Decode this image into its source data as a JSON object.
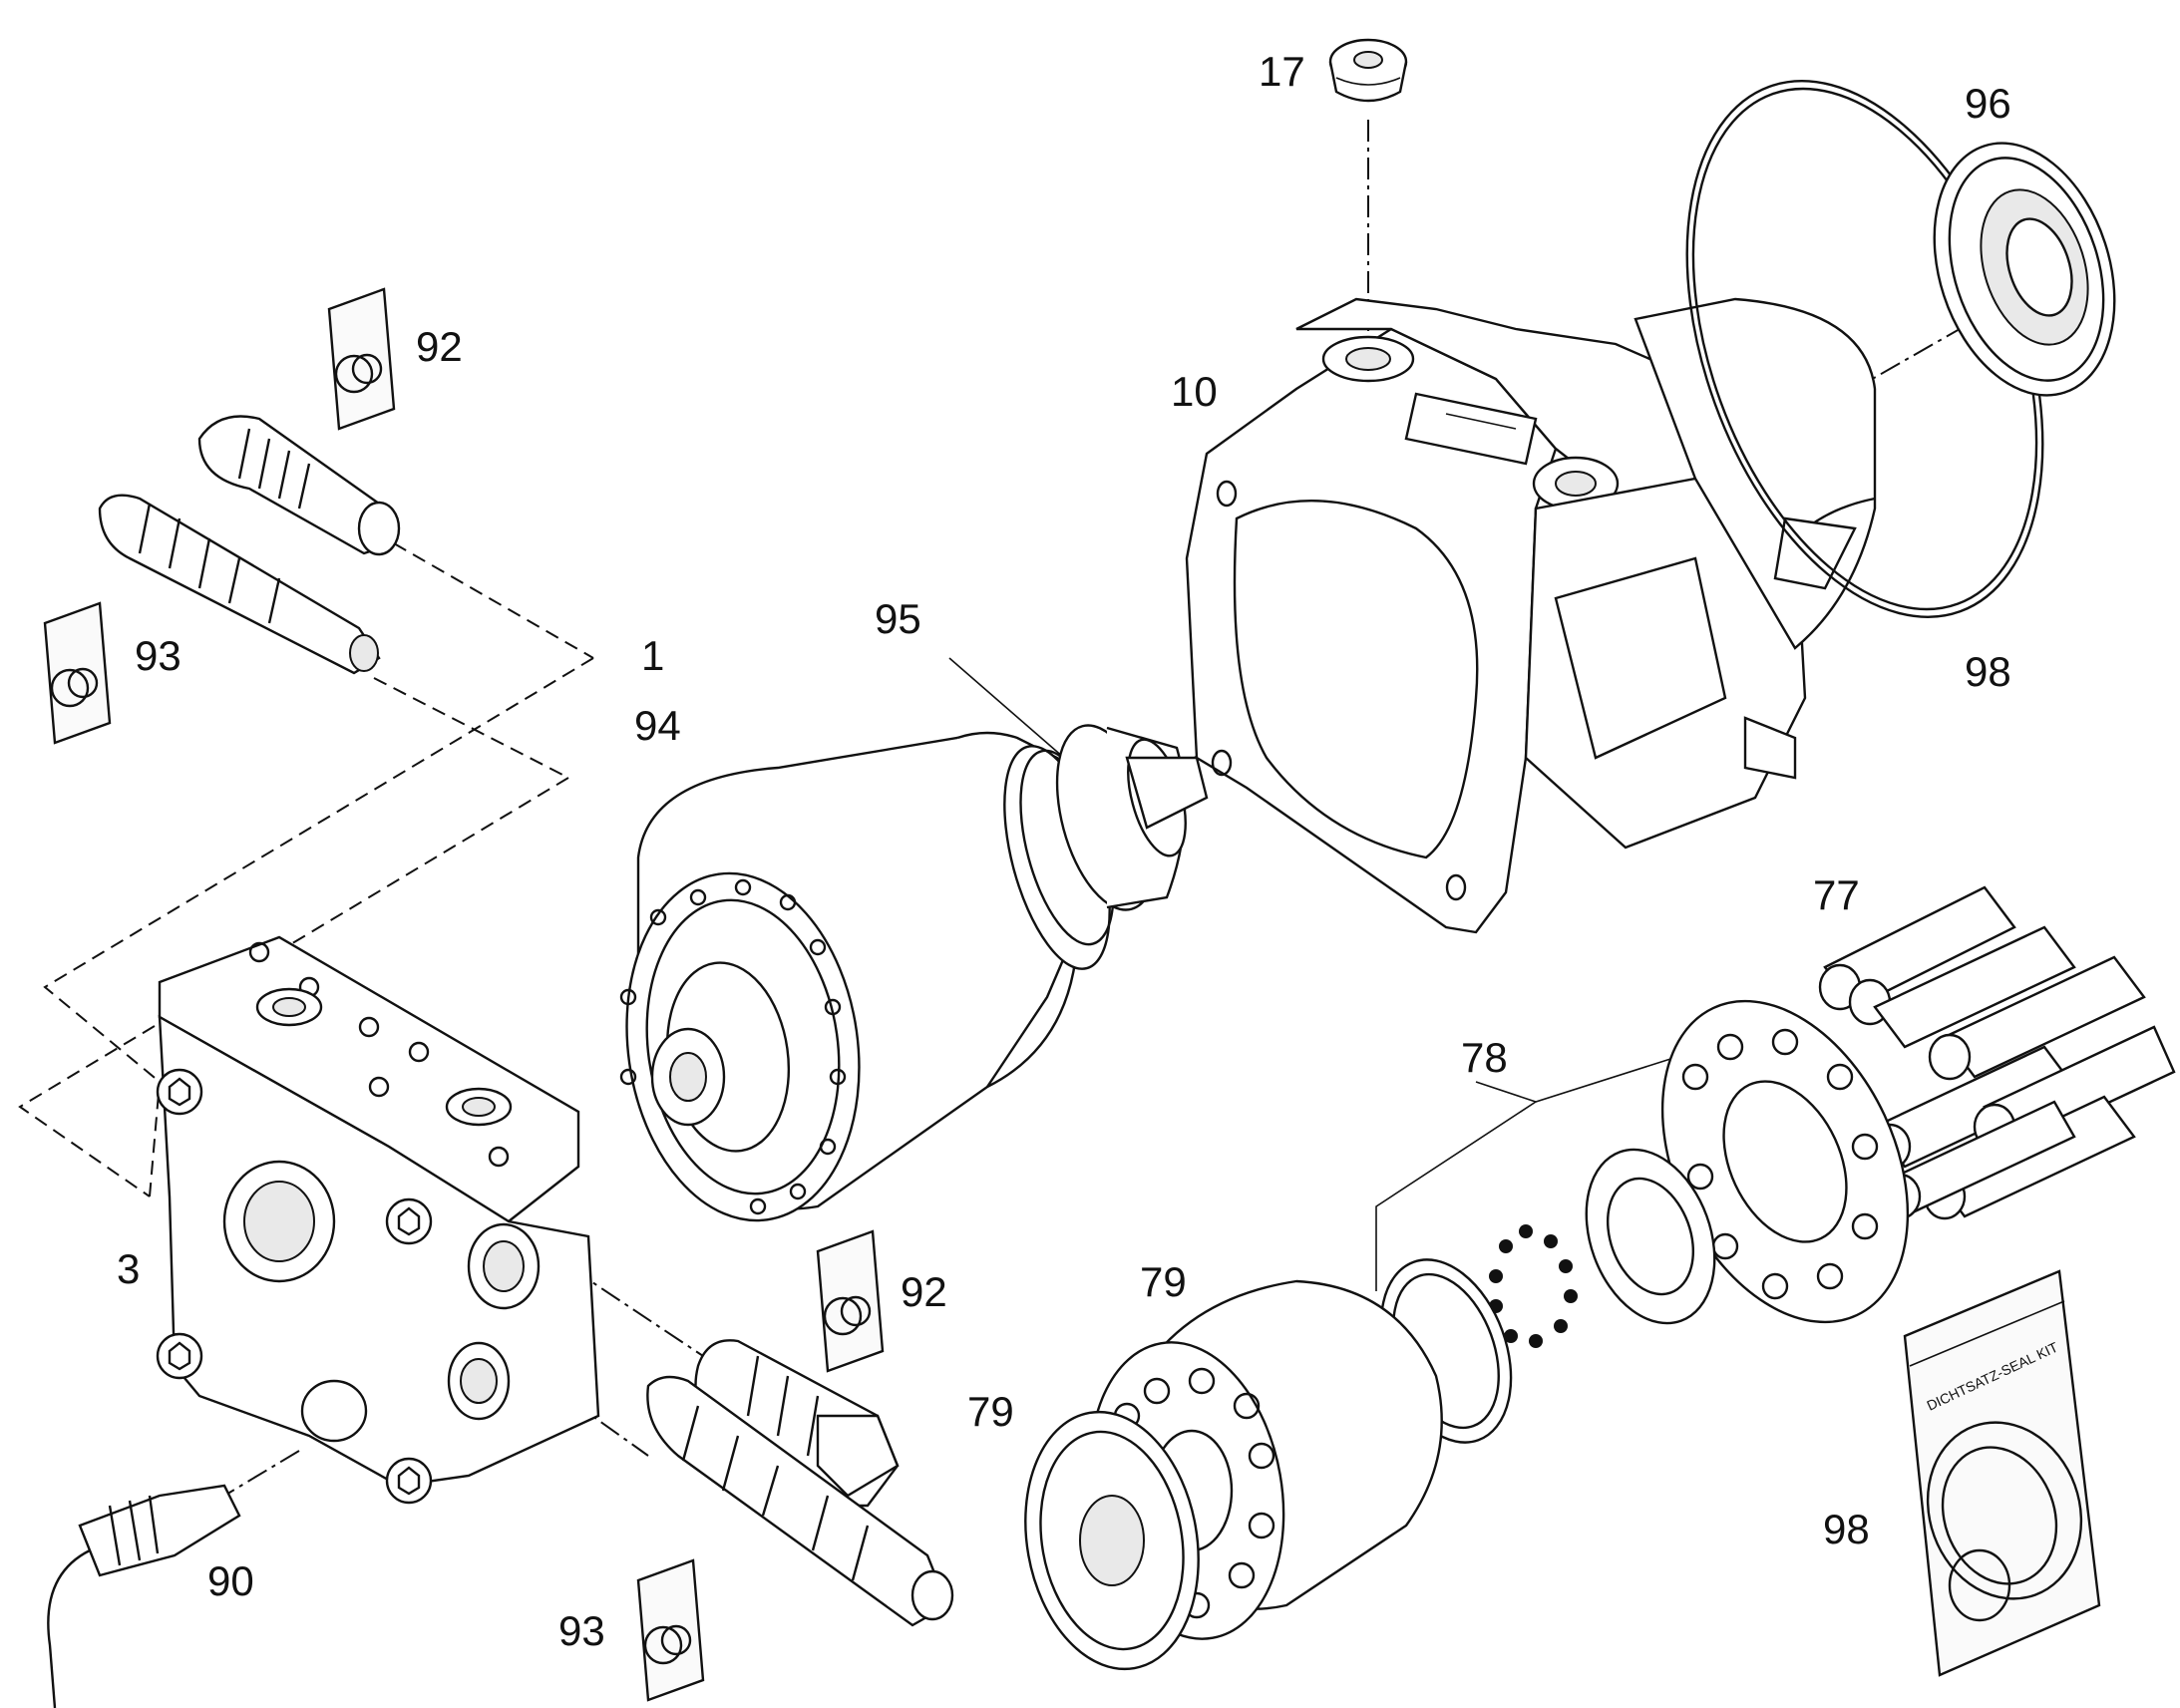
{
  "diagram": {
    "type": "exploded parts drawing",
    "callouts": [
      {
        "id": "c17",
        "text": "17"
      },
      {
        "id": "c96",
        "text": "96"
      },
      {
        "id": "c92a",
        "text": "92"
      },
      {
        "id": "c10",
        "text": "10"
      },
      {
        "id": "c93a",
        "text": "93"
      },
      {
        "id": "c1",
        "text": "1"
      },
      {
        "id": "c95",
        "text": "95"
      },
      {
        "id": "c94",
        "text": "94"
      },
      {
        "id": "c98a",
        "text": "98"
      },
      {
        "id": "c77",
        "text": "77"
      },
      {
        "id": "c78",
        "text": "78"
      },
      {
        "id": "c3",
        "text": "3"
      },
      {
        "id": "c92b",
        "text": "92"
      },
      {
        "id": "c79a",
        "text": "79"
      },
      {
        "id": "c79b",
        "text": "79"
      },
      {
        "id": "c98b",
        "text": "98"
      },
      {
        "id": "c90",
        "text": "90"
      },
      {
        "id": "c93b",
        "text": "93"
      }
    ],
    "seal_kit_label": "DICHTSATZ-SEAL KIT"
  }
}
